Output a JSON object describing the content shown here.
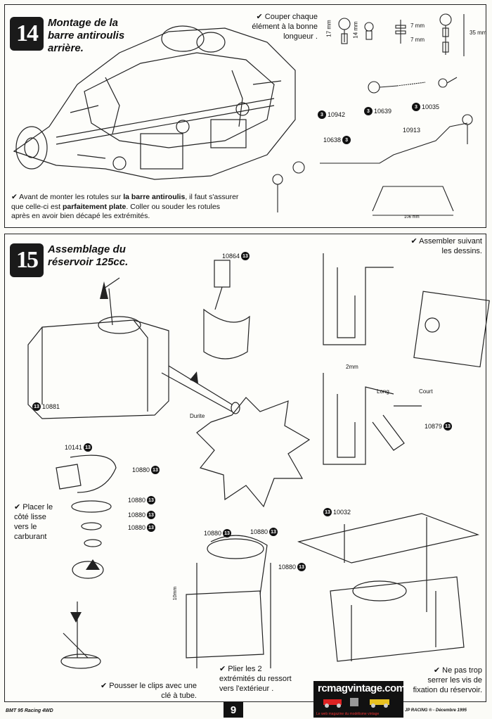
{
  "step14": {
    "number": "14",
    "title_line1": "Montage de la",
    "title_line2": "barre antiroulis",
    "title_line3": "arrière.",
    "cut_note_line1": "✔ Couper chaque",
    "cut_note_line2": "élément à la bonne",
    "cut_note_line3": "longueur .",
    "dims": {
      "d17": "17 mm",
      "d14": "14 mm",
      "d7a": "7 mm",
      "d7b": "7 mm",
      "d35": "35 mm",
      "d106": "106 mm"
    },
    "parts": [
      {
        "num": "3",
        "ref": "10942"
      },
      {
        "num": "3",
        "ref": "10639"
      },
      {
        "num": "3",
        "ref": "10035"
      },
      {
        "num": "",
        "ref": "10913"
      },
      {
        "num": "3",
        "ref": "10638"
      }
    ],
    "bottom_note_part1": "✔ Avant de monter les rotules sur ",
    "bottom_note_bold1": "la barre antiroulis",
    "bottom_note_part2": ", il faut s'assurer que celle-ci est ",
    "bottom_note_bold2": "parfaitement plate",
    "bottom_note_part3": ". Coller ou souder les rotules après en avoir bien décapé les extrémités."
  },
  "step15": {
    "number": "15",
    "title_line1": "Assemblage du",
    "title_line2": "réservoir 125cc.",
    "assemble_note_line1": "✔ Assembler suivant",
    "assemble_note_line2": "les dessins.",
    "parts": {
      "p10864": "10864",
      "p10881": "10881",
      "durite": "Durite",
      "p2mm": "2mm",
      "long": "Long",
      "court": "Court",
      "p10879": "10879",
      "p10141": "10141",
      "p10880a": "10880",
      "p10880b": "10880",
      "p10880c": "10880",
      "p10880d": "10880",
      "p10880e": "10880",
      "p10880f": "10880",
      "p10880g": "10880",
      "p10032": "10032",
      "d10mm": "10mm",
      "badge": "13"
    },
    "place_note_line1": "✔ Placer le",
    "place_note_line2": "côté lisse",
    "place_note_line3": "vers le",
    "place_note_line4": "carburant",
    "push_note_line1": "✔ Pousser le clips avec une",
    "push_note_line2": "clé à tube.",
    "bend_note_line1": "✔ Plier les 2",
    "bend_note_line2": "extrémités du ressort",
    "bend_note_line3": "vers l'extérieur .",
    "tight_note_line1": "✔ Ne pas trop",
    "tight_note_line2": "serrer les vis de",
    "tight_note_line3": "fixation du réservoir."
  },
  "footer": {
    "left": "BMT 95 Racing 4WD",
    "page": "9",
    "right": "JP RACING ® - Décembre 1995",
    "logo_text": "rcmagvintage.com",
    "logo_sub": "Le web magazine du modélisme vintage"
  }
}
